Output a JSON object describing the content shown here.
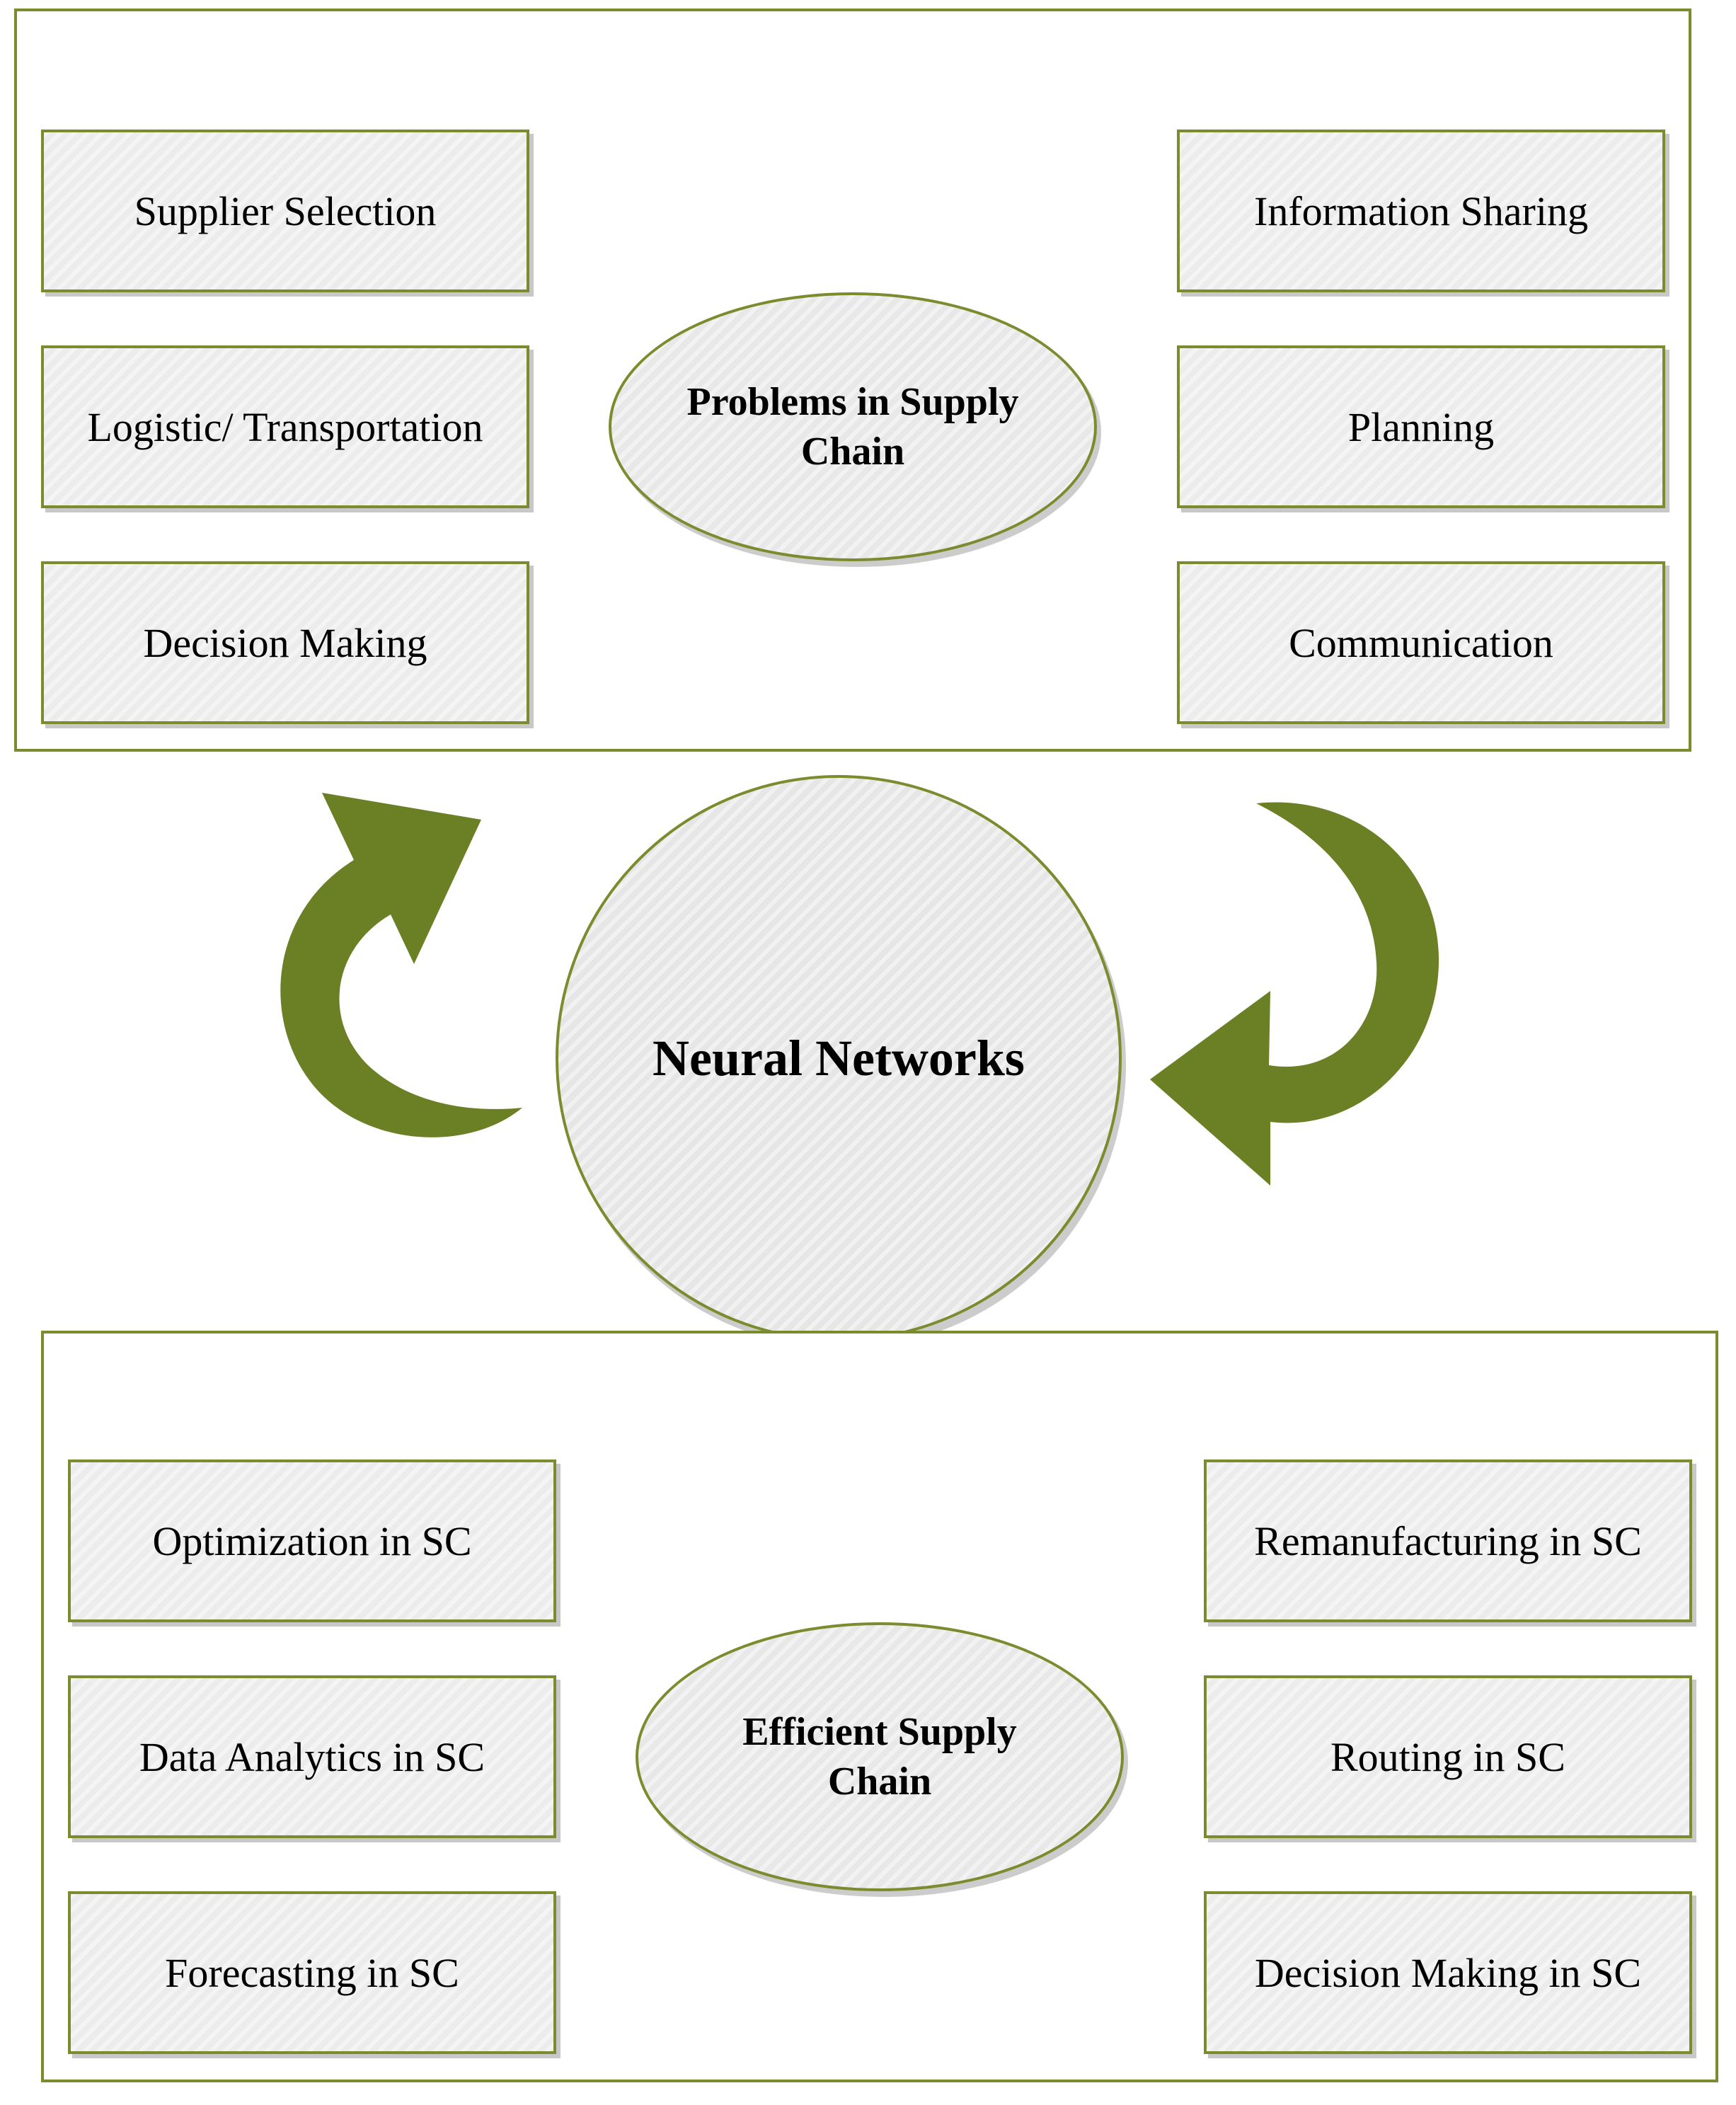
{
  "problems": {
    "center": "Problems in Supply Chain",
    "left": [
      "Supplier Selection",
      "Logistic/ Transportation",
      "Decision Making"
    ],
    "right": [
      "Information Sharing",
      "Planning",
      "Communication"
    ]
  },
  "core": {
    "label": "Neural Networks"
  },
  "solutions": {
    "center": "Efficient Supply Chain",
    "left": [
      "Optimization in SC",
      "Data Analytics in SC",
      "Forecasting in SC"
    ],
    "right": [
      "Remanufacturing in SC",
      "Routing in SC",
      "Decision Making in SC"
    ]
  },
  "colors": {
    "accent": "#6b7f25",
    "box_fill": "#ececec"
  }
}
